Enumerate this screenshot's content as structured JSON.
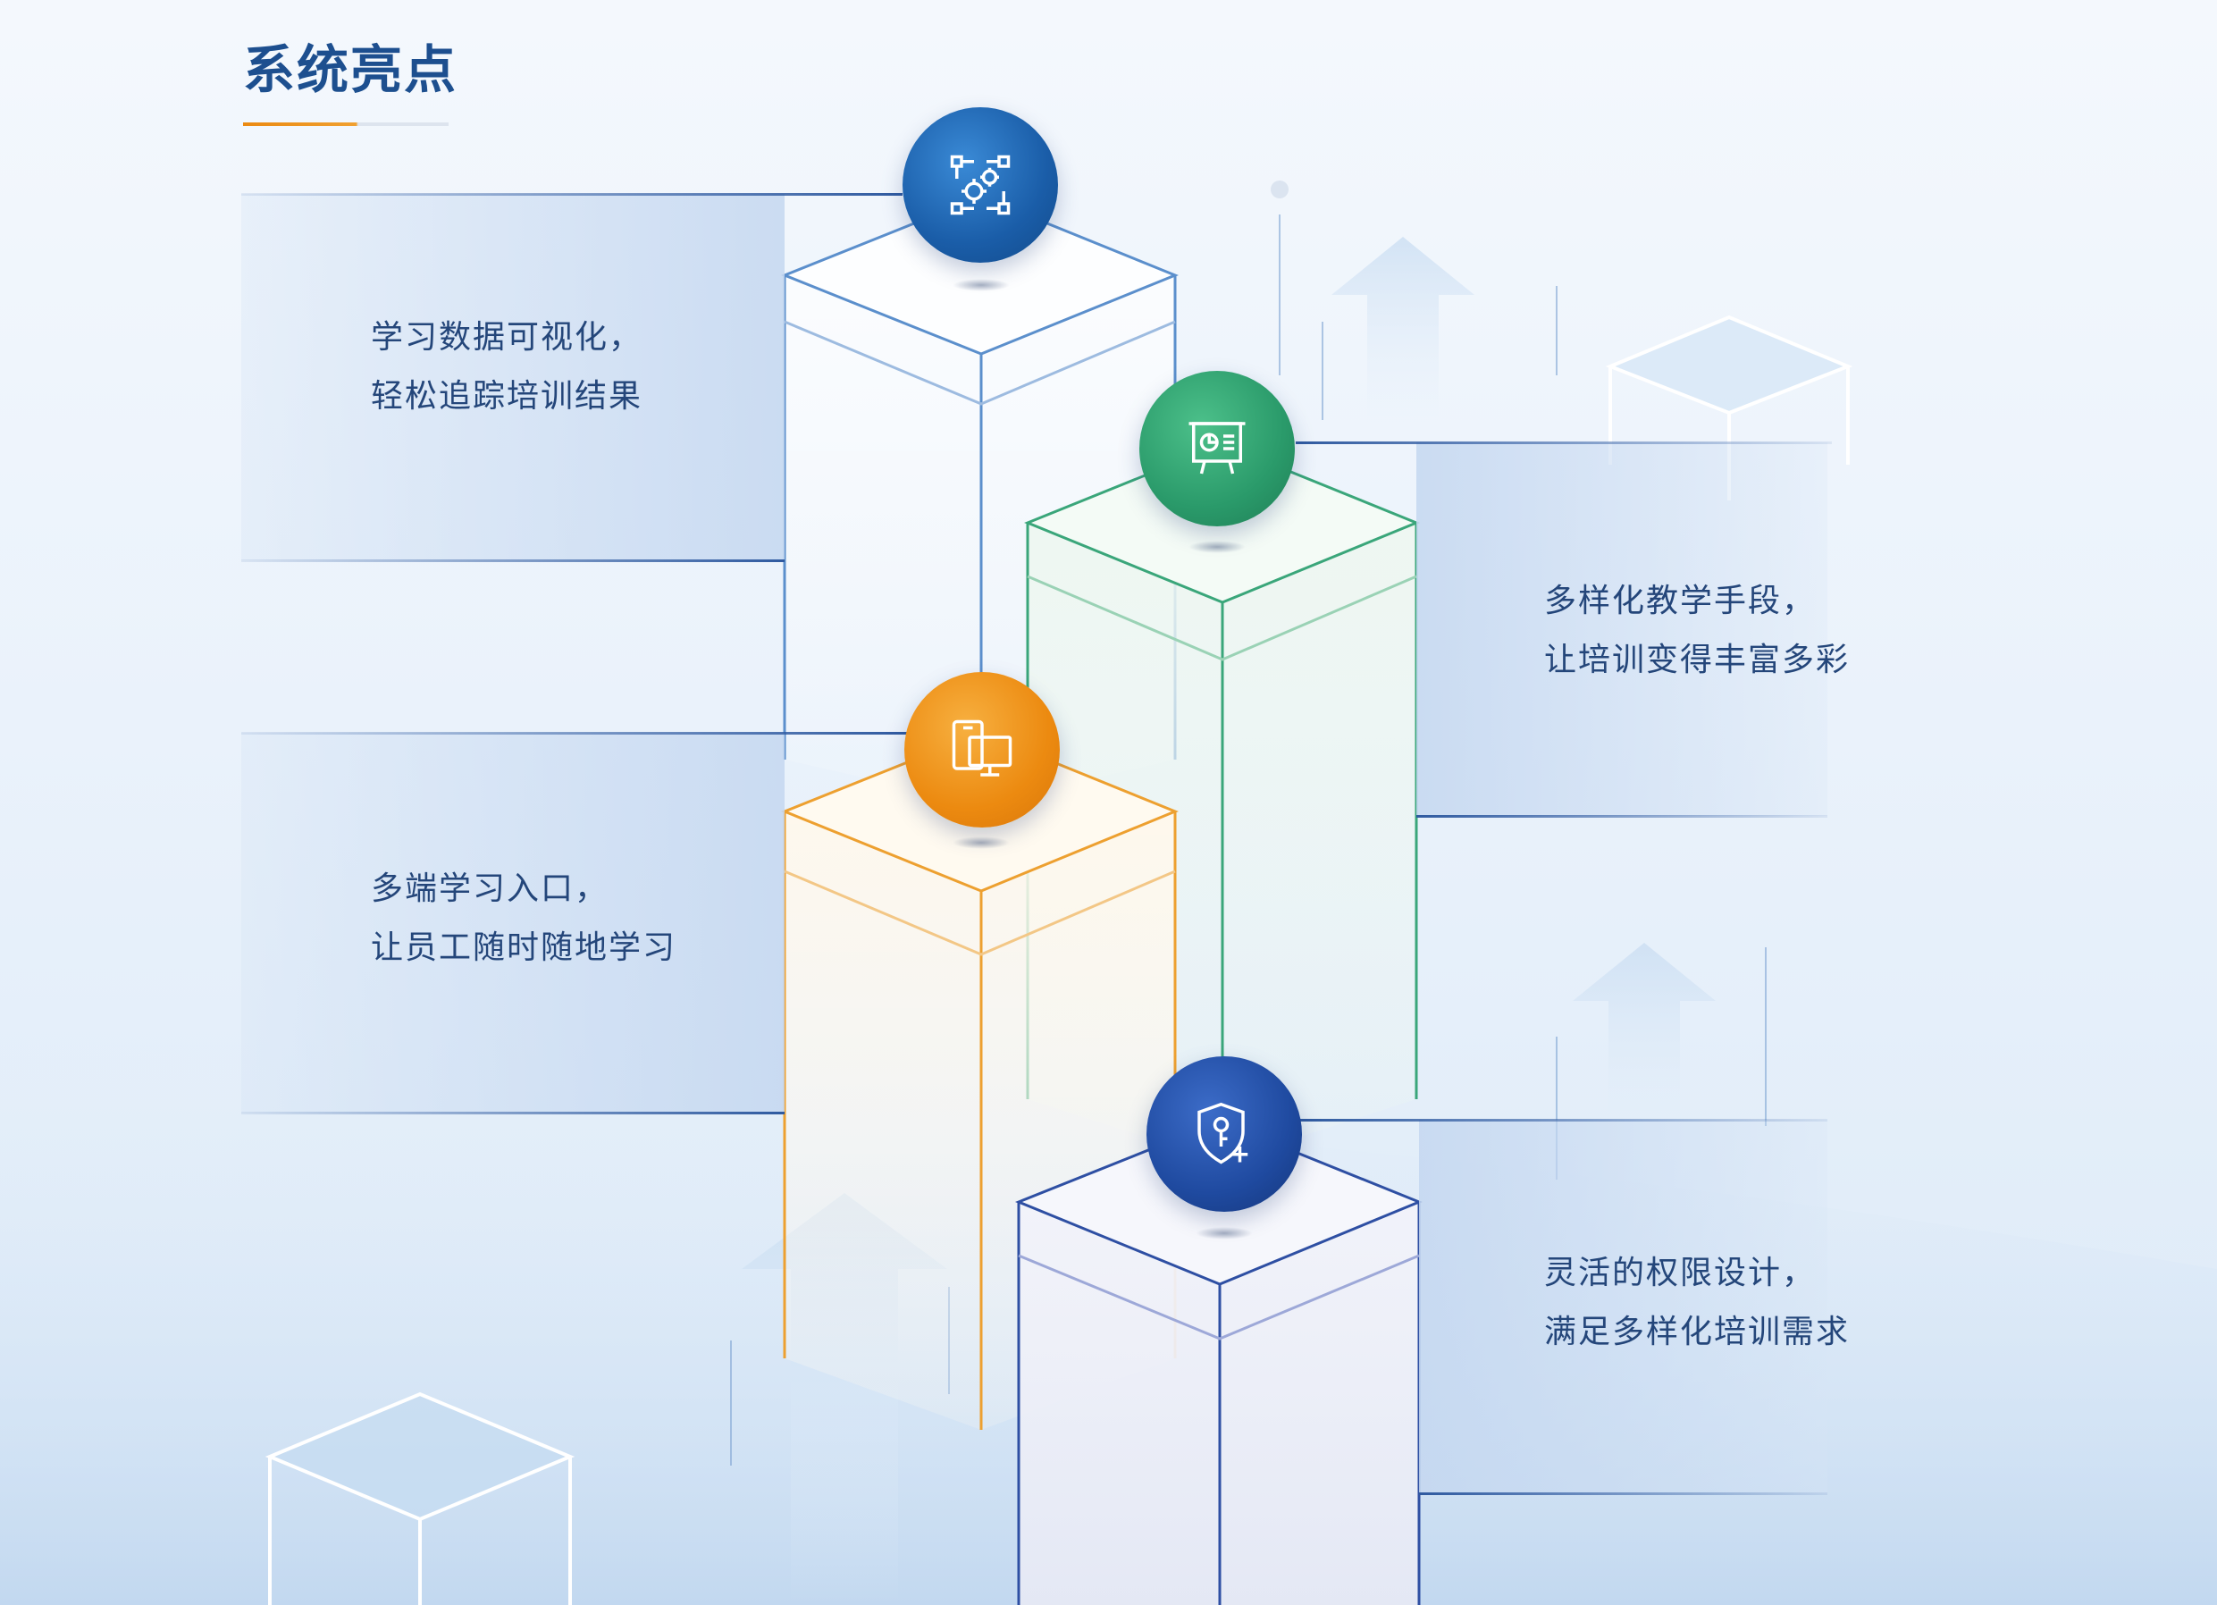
{
  "title": "系统亮点",
  "highlights": [
    {
      "line1": "学习数据可视化，",
      "line2": "轻松追踪培训结果",
      "icon": "data-gear-icon",
      "color": "#1a5da8"
    },
    {
      "line1": "多样化教学手段，",
      "line2": "让培训变得丰富多彩",
      "icon": "presentation-board-icon",
      "color": "#2a9a6a"
    },
    {
      "line1": "多端学习入口，",
      "line2": "让员工随时随地学习",
      "icon": "multi-device-icon",
      "color": "#ec8a10"
    },
    {
      "line1": "灵活的权限设计，",
      "line2": "满足多样化培训需求",
      "icon": "shield-key-icon",
      "color": "#1f4aa0"
    }
  ],
  "colors": {
    "title": "#1d4f8f",
    "accent": "#eb8a12",
    "text": "#24467a"
  }
}
